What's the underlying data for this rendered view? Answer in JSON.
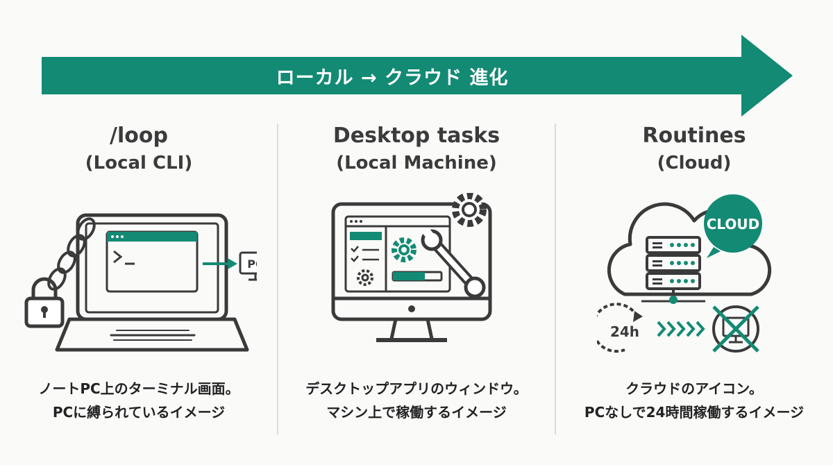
{
  "banner": {
    "label": "ローカル → クラウド 進化",
    "color": "#138a74"
  },
  "columns": [
    {
      "title": "/loop",
      "subtitle": "(Local CLI)",
      "illustration": "laptop-terminal-chained-icon",
      "monitor_label": "PC",
      "desc_line1": "ノートPC上のターミナル画面。",
      "desc_line2": "PCに縛られているイメージ"
    },
    {
      "title": "Desktop tasks",
      "subtitle": "(Local Machine)",
      "illustration": "desktop-app-window-icon",
      "desc_line1": "デスクトップアプリのウィンドウ。",
      "desc_line2": "マシン上で稼働するイメージ"
    },
    {
      "title": "Routines",
      "subtitle": "(Cloud)",
      "illustration": "cloud-server-icon",
      "cloud_label": "CLOUD",
      "clock_label": "24h",
      "desc_line1": "クラウドのアイコン。",
      "desc_line2": "PCなしで24時間稼働するイメージ"
    }
  ],
  "colors": {
    "accent": "#138a74",
    "line": "#3a3a3a"
  }
}
